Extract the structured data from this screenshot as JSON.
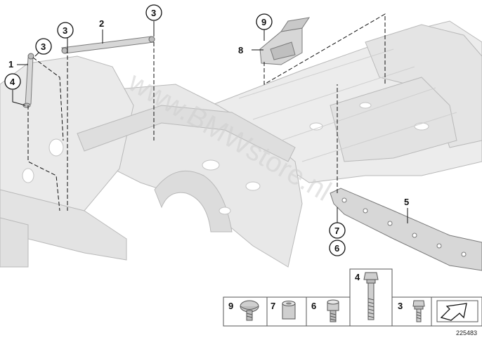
{
  "diagram": {
    "callouts": {
      "c1": "1",
      "c2": "2",
      "c3a": "3",
      "c3b": "3",
      "c3c": "3",
      "c4": "4",
      "c5": "5",
      "c6": "6",
      "c7": "7",
      "c8": "8",
      "c9": "9"
    },
    "watermark": "www.BMWstore.nl",
    "figure_id": "225483"
  },
  "legend": {
    "items": [
      {
        "number": "9",
        "part": "domed-screw"
      },
      {
        "number": "7",
        "part": "spacer-sleeve"
      },
      {
        "number": "6",
        "part": "collar-screw"
      },
      {
        "number": "4",
        "part": "long-hex-bolt"
      },
      {
        "number": "3",
        "part": "short-hex-screw"
      }
    ]
  },
  "colors": {
    "body": "#ececec",
    "body_stroke": "#b9b9b9",
    "part": "#d7d7d7",
    "part_stroke": "#7a7a7a",
    "line": "#111111"
  }
}
